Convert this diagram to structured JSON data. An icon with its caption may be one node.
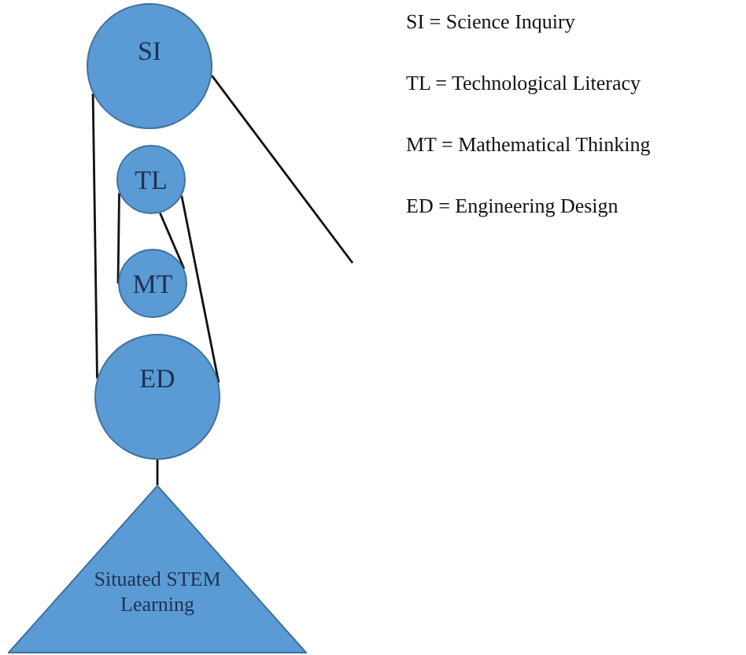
{
  "diagram": {
    "nodes": [
      {
        "text": [
          "SI"
        ]
      },
      {
        "text": [
          "TL"
        ]
      },
      {
        "text": [
          "MT"
        ]
      },
      {
        "text": [
          "ED"
        ]
      },
      {
        "text": [
          "Situated STEM Learning"
        ]
      }
    ],
    "edges": [
      {
        "from": 0,
        "to": 3,
        "arrow": "none"
      },
      {
        "from": 0,
        "to": null,
        "arrow": "none"
      },
      {
        "from": 1,
        "to": 2,
        "arrow": "none"
      },
      {
        "from": 1,
        "to": 2,
        "arrow": "none"
      },
      {
        "from": 1,
        "to": 3,
        "arrow": "none"
      },
      {
        "from": 3,
        "to": 4,
        "arrow": "none"
      }
    ],
    "labels": [
      "SI = Science Inquiry",
      "TL = Technological Literacy",
      "MT = Mathematical Thinking",
      "ED = Engineering Design"
    ]
  }
}
